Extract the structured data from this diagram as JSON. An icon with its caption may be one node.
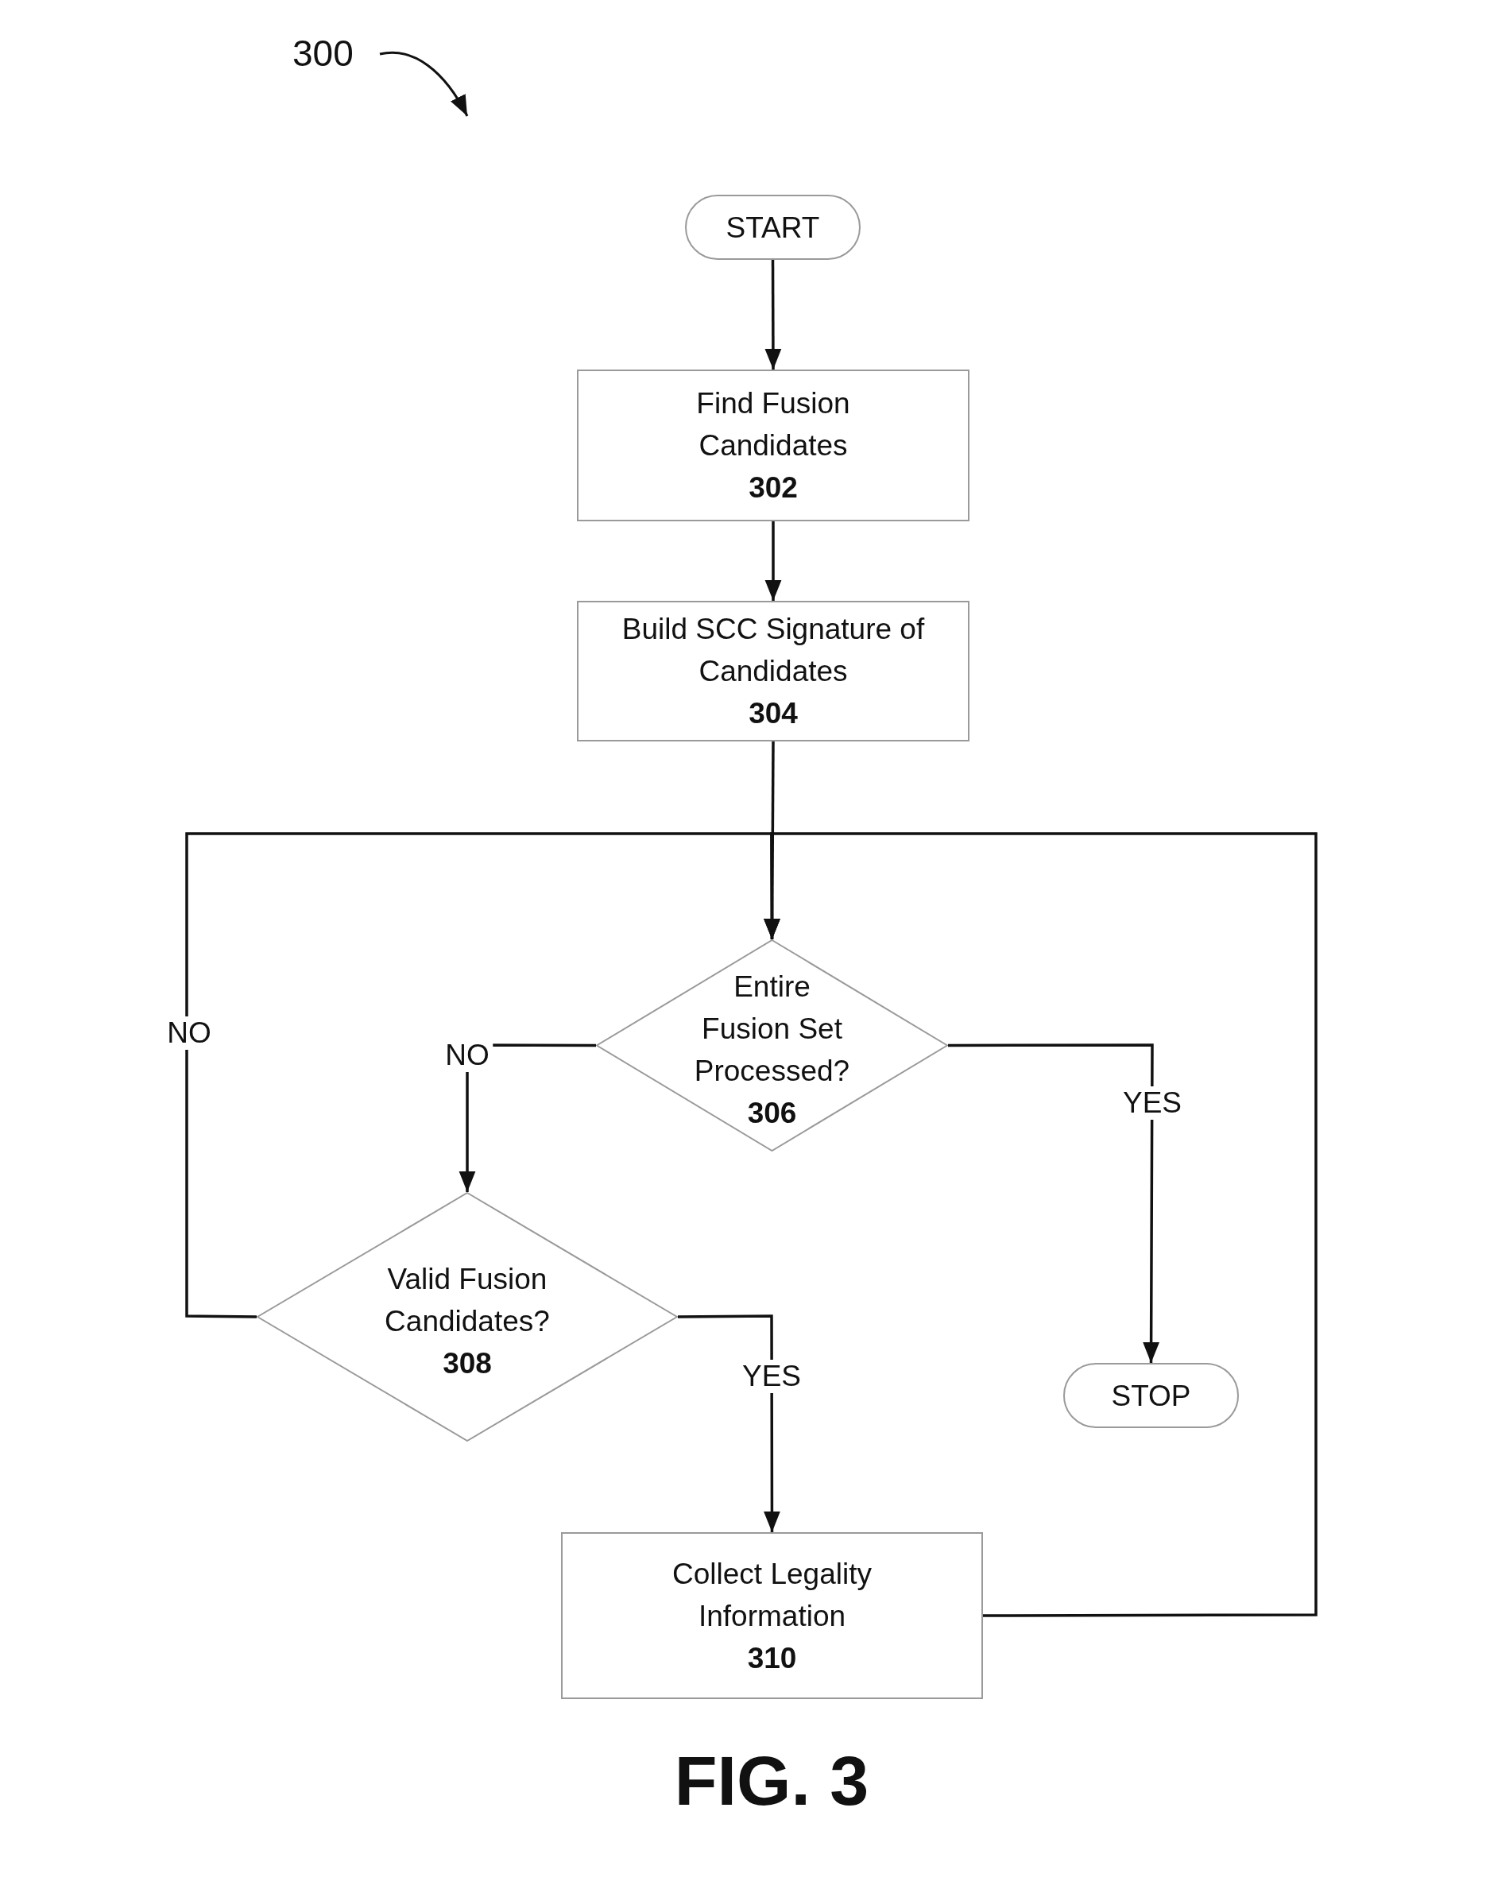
{
  "diagram": {
    "caption": "FIG. 3",
    "nodes": [
      {
        "text": [
          "START"
        ]
      },
      {
        "text": [
          "Find Fusion Candidates",
          "302"
        ]
      },
      {
        "text": [
          "Build SCC Signature of Candidates",
          "304"
        ]
      },
      {
        "text": [
          "Entire Fusion Set Processed?",
          "306"
        ]
      },
      {
        "text": [
          "Valid Fusion Candidates?",
          "308"
        ]
      },
      {
        "text": [
          "STOP"
        ]
      },
      {
        "text": [
          "Collect Legality Information",
          "310"
        ]
      }
    ],
    "edges": [
      {
        "from": 0,
        "to": 1,
        "arrow": "to"
      },
      {
        "from": 1,
        "to": 2,
        "arrow": "to"
      },
      {
        "from": 2,
        "to": 3,
        "arrow": "to"
      },
      {
        "from": 3,
        "to": 4,
        "arrow": "to",
        "label": "NO"
      },
      {
        "from": 3,
        "to": 5,
        "arrow": "to",
        "label": "YES"
      },
      {
        "from": 4,
        "to": 6,
        "arrow": "to",
        "label": "YES"
      },
      {
        "from": 4,
        "to": 3,
        "arrow": "to",
        "label": "NO"
      },
      {
        "from": 6,
        "to": 3,
        "arrow": "to"
      }
    ],
    "labels": [
      "300"
    ]
  }
}
